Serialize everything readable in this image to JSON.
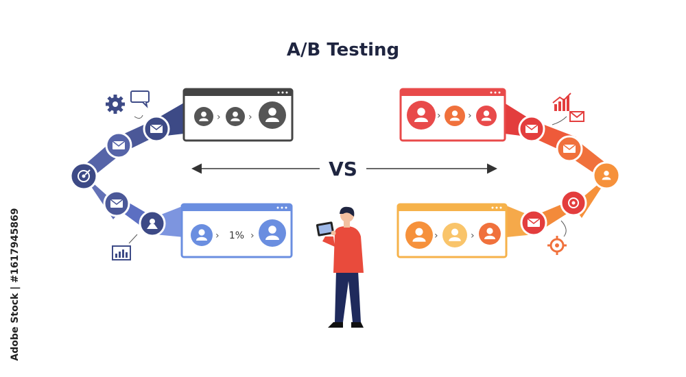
{
  "title": "A/B Testing",
  "vs_label": "VS",
  "variant_a": {
    "browser_color": "#444444",
    "bottom_browser_color": "#5b7fd6",
    "path_colors": [
      "#3d4a86",
      "#5664a8",
      "#6f80c6",
      "#8fa5e0"
    ],
    "bottom_browser_metric": "1%"
  },
  "variant_b": {
    "browser_color": "#e84a4a",
    "bottom_browser_color": "#f6b24a",
    "path_colors": [
      "#e33d3d",
      "#f0713c",
      "#f6913b",
      "#f5a94a"
    ]
  },
  "watermark": "Adobe Stock | #1617945869",
  "icons": [
    "gear-icon",
    "chat-bubble-icon",
    "mail-icon",
    "target-icon",
    "user-icon",
    "bar-chart-icon",
    "tablet-icon"
  ]
}
